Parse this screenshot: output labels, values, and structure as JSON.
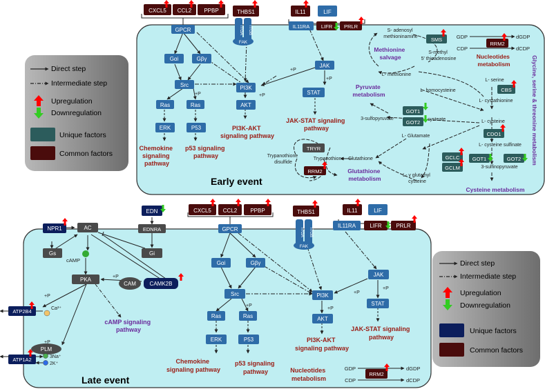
{
  "early": {
    "title": "Early event",
    "top_factors": {
      "cxcl5": "CXCL5",
      "ccl2": "CCL2",
      "ppbp": "PPBP",
      "thbs1": "THBS1",
      "il11": "IL11",
      "lif": "LIF"
    },
    "receptors": {
      "gpcr": "GPCR",
      "itgb": "ITGB",
      "itga": "ITGA",
      "fak": "FAK",
      "il11ra": "IL11RA",
      "lifr": "LIFR",
      "prlr": "PRLR"
    },
    "nodes": {
      "gai": "Gαi",
      "gby": "Gβγ",
      "src": "Src",
      "ras1": "Ras",
      "ras2": "Ras",
      "erk": "ERK",
      "p53": "P53",
      "pi3k": "PI3K",
      "akt": "AKT",
      "jak": "JAK",
      "stat": "STAT",
      "tryr": "TRYR",
      "rrm2": "RRM2",
      "sms": "SMS",
      "rrm2_nuc": "RRM2",
      "cbs": "CBS",
      "got1": "GOT1",
      "got2": "GOT2",
      "cdo1": "CDO1",
      "gclc": "GCLC",
      "gclm": "GCLM",
      "got1b": "GOT1",
      "got2b": "GOT2"
    },
    "plus": {
      "p1": "+P",
      "p2": "+P",
      "p3": "+P",
      "p4": "+P",
      "p5": "+P"
    },
    "pathways": {
      "chemokine": [
        "Chemokine",
        "signaling",
        "pathway"
      ],
      "p53": [
        "p53 signaling",
        "pathway"
      ],
      "pi3k": [
        "PI3K-AKT",
        "signaling pathway"
      ],
      "jak": [
        "JAK-STAT signaling",
        "pathway"
      ],
      "methionine": [
        "Methionine",
        "salvage"
      ],
      "nucleotides": [
        "Nucleotides",
        "metabolism"
      ],
      "pyruvate": [
        "Pyruvate",
        "metabolism"
      ],
      "glutathione": [
        "Glutathione",
        "metabolism"
      ],
      "cysteine": "Cysteine metabolism",
      "gst": "Glycine, serine & threonine metabolism"
    },
    "metabolites": {
      "sam": [
        "S- adenosyl",
        "methioninamine"
      ],
      "smta": [
        "S-methyl",
        "5' thioadenosine"
      ],
      "lmet": "L- methionine",
      "lhcys": "L- homocysteine",
      "lser": "L- serine",
      "lcysta": "L- cystathionine",
      "lcys": "L- cysteine",
      "lcyss": "L- cysteine sulfinate",
      "sulfpyr1": "3-sulfinopyruvate",
      "sulfpyr2": "3-sulfopyruvate",
      "lcysteate": "L- cysteate",
      "lglu": "L- Glutamate",
      "glutathione": "Glutathione",
      "lgcys": [
        "L- γ glutamyl",
        "cysteine"
      ],
      "trypan": "Trypanothione",
      "trypdis": [
        "Trypanothione",
        "disulfide"
      ],
      "gdp": "GDP",
      "dgdp": "dGDP",
      "cdp": "CDP",
      "dcdp": "dCDP"
    }
  },
  "late": {
    "title": "Late event",
    "top_factors": {
      "edn": "EDN",
      "cxcl5": "CXCL5",
      "ccl2": "CCL2",
      "ppbp": "PPBP",
      "thbs1": "THBS1",
      "il11": "IL11",
      "lif": "LIF"
    },
    "receptors": {
      "ednra": "EDNRA",
      "gpcr": "GPCR",
      "itgb": "ITGB",
      "itga": "ITGA",
      "fak": "FAK",
      "il11ra": "IL11RA",
      "lifr": "LIFR",
      "prlr": "PRLR"
    },
    "nodes": {
      "npr1": "NPR1",
      "ac": "AC",
      "gs": "Gs",
      "gi": "Gi",
      "camp": "cAMP",
      "pka": "PKA",
      "cam": "CAM",
      "camk2b": "CAMK2B",
      "atp2b4": "ATP2B4",
      "ca": "Ca²⁺",
      "plm": "PLM",
      "atp1a2": "ATP1A2",
      "na": "3Na⁺",
      "k": "2K⁺",
      "gai": "Gαi",
      "gby": "Gβγ",
      "src": "Src",
      "ras1": "Ras",
      "ras2": "Ras",
      "erk": "ERK",
      "p53": "P53",
      "pi3k": "PI3K",
      "akt": "AKT",
      "jak": "JAK",
      "stat": "STAT",
      "rrm2": "RRM2"
    },
    "plus": {
      "p1": "+P",
      "p2": "+P",
      "p3": "+P",
      "p4": "+P",
      "p5": "+P",
      "p6": "+P"
    },
    "pathways": {
      "camp": [
        "cAMP signaling",
        "pathway"
      ],
      "chemokine": [
        "Chemokine",
        "signaling pathway"
      ],
      "p53": [
        "p53 signaling",
        "pathway"
      ],
      "pi3k": [
        "PI3K-AKT",
        "signaling pathway"
      ],
      "jak": [
        "JAK-STAT signaling",
        "pathway"
      ],
      "nucleotides": [
        "Nucleotides",
        "metabolism"
      ]
    },
    "metabolites": {
      "gdp": "GDP",
      "dgdp": "dGDP",
      "cdp": "CDP",
      "dcdp": "dCDP"
    }
  },
  "legend_top": {
    "direct": "Direct step",
    "intermediate": "Intermediate step",
    "up": "Upregulation",
    "down": "Downregulation",
    "unique": "Unique factors",
    "common": "Common factors"
  },
  "legend_bottom": {
    "direct": "Direct step",
    "intermediate": "Intermediate step",
    "up": "Upregulation",
    "down": "Downregulation",
    "unique": "Unique factors",
    "common": "Common factors"
  },
  "colors": {
    "panel_fill": "#bfeef2",
    "blue_node": "#2e6ca8",
    "dark_node": "#4a4a4a",
    "common": "#4a0c0c",
    "unique_top": "#2c5c5c",
    "unique_bottom": "#0c1e5c",
    "pathway_red": "#9a1c14",
    "pathway_purple": "#6a2c9c",
    "up_arrow": "#ff0000",
    "down_arrow": "#33cc22"
  }
}
